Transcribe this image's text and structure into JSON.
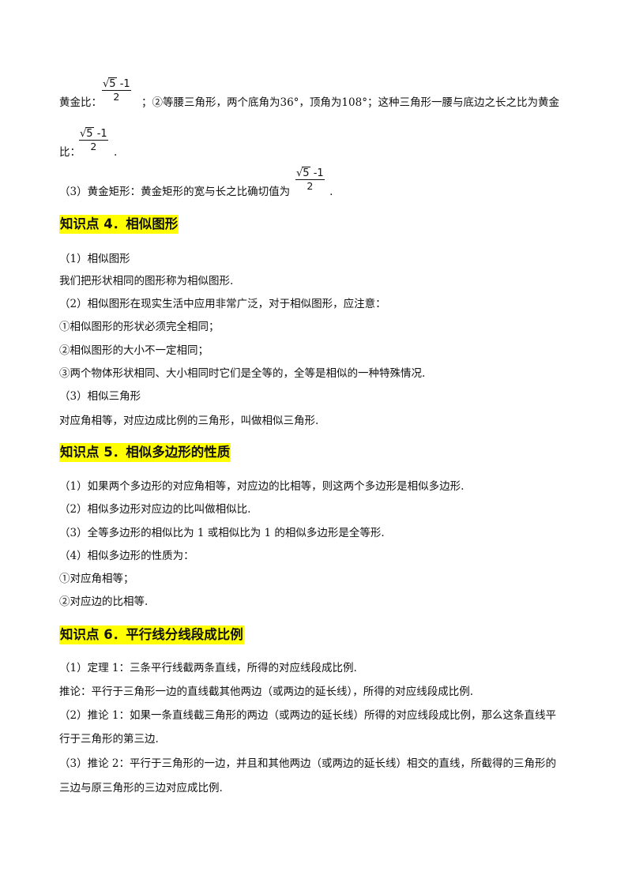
{
  "golden": {
    "frac_sqrt": "√",
    "frac_radicand": "5",
    "frac_rest": " -1",
    "frac_den": "2",
    "l1_prefix": "黄金比：",
    "l1_suffix": "；②等腰三角形，两个底角为36°，顶角为108°；这种三角形一腰与底边之长之比为黄金",
    "l2_prefix": "比：",
    "l2_suffix": ".",
    "l3_prefix": "（3）黄金矩形：黄金矩形的宽与长之比确切值为",
    "l3_suffix": "."
  },
  "sec4": {
    "title": "知识点 4．相似图形",
    "lines": [
      "（1）相似图形",
      "我们把形状相同的图形称为相似图形.",
      "（2）相似图形在现实生活中应用非常广泛，对于相似图形，应注意：",
      "①相似图形的形状必须完全相同；",
      "②相似图形的大小不一定相同；",
      "③两个物体形状相同、大小相同时它们是全等的，全等是相似的一种特殊情况.",
      "（3）相似三角形",
      " 对应角相等，对应边成比例的三角形，叫做相似三角形."
    ]
  },
  "sec5": {
    "title": "知识点 5．相似多边形的性质",
    "lines": [
      "（1）如果两个多边形的对应角相等，对应边的比相等，则这两个多边形是相似多边形.",
      "（2）相似多边形对应边的比叫做相似比.",
      "（3）全等多边形的相似比为 1 或相似比为 1 的相似多边形是全等形.",
      "（4）相似多边形的性质为：",
      "①对应角相等；",
      "②对应边的比相等."
    ]
  },
  "sec6": {
    "title": "知识点 6．平行线分线段成比例",
    "lines": [
      "（1）定理 1：三条平行线截两条直线，所得的对应线段成比例.",
      " 推论：平行于三角形一边的直线截其他两边（或两边的延长线），所得的对应线段成比例.",
      "（2）推论 1：如果一条直线截三角形的两边（或两边的延长线）所得的对应线段成比例，那么这条直线平",
      "行于三角形的第三边.",
      "（3）推论 2：平行于三角形的一边，并且和其他两边（或两边的延长线）相交的直线，所截得的三角形的",
      "三边与原三角形的三边对应成比例."
    ]
  }
}
